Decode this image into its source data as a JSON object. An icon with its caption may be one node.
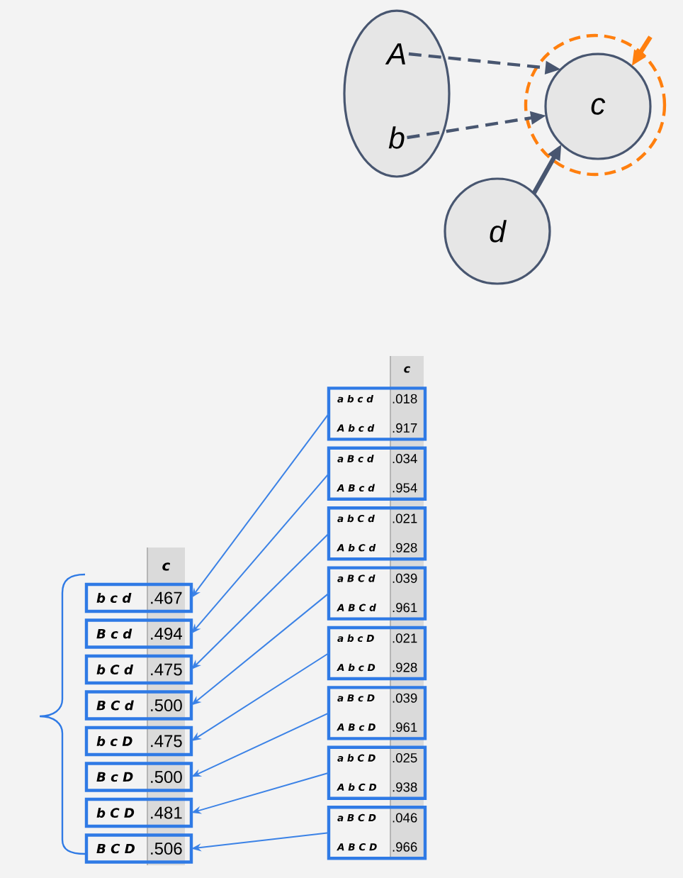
{
  "diagram": {
    "nodes": [
      {
        "text": [],
        "shape": "ellipse"
      },
      {
        "text": [
          "A"
        ],
        "in": 0
      },
      {
        "text": [
          "b"
        ],
        "in": 0
      },
      {
        "text": [],
        "shape": "circle"
      },
      {
        "text": [
          "c"
        ],
        "in": 3
      },
      {
        "text": [
          "d"
        ]
      },
      {
        "text": [
          "a b c d",
          ".018",
          "A b c d",
          ".917"
        ]
      },
      {
        "text": [
          "a B c d",
          ".034",
          "A B c d",
          ".954"
        ]
      },
      {
        "text": [
          "a b C d",
          ".021",
          "A b C d",
          ".928"
        ]
      },
      {
        "text": [
          "a B C d",
          ".039",
          "A B C d",
          ".961"
        ]
      },
      {
        "text": [
          "a b c D",
          ".021",
          "A b c D",
          ".928"
        ]
      },
      {
        "text": [
          "a B c D",
          ".039",
          "A B c D",
          ".961"
        ]
      },
      {
        "text": [
          "a b C D",
          ".025",
          "A b C D",
          ".938"
        ]
      },
      {
        "text": [
          "a B C D",
          ".046",
          "A B C D",
          ".966"
        ]
      },
      {
        "text": [
          "b c d",
          ".467"
        ]
      },
      {
        "text": [
          "B c d",
          ".494"
        ]
      },
      {
        "text": [
          "b C d",
          ".475"
        ]
      },
      {
        "text": [
          "B C d",
          ".500"
        ]
      },
      {
        "text": [
          "b c D",
          ".475"
        ]
      },
      {
        "text": [
          "B c D",
          ".500"
        ]
      },
      {
        "text": [
          "b C D",
          ".481"
        ]
      },
      {
        "text": [
          "B C D",
          ".506"
        ]
      }
    ],
    "edges": [
      {
        "from": 1,
        "to": 4,
        "arrow": "to",
        "style": "dashed",
        "color": "#485670"
      },
      {
        "from": 2,
        "to": 4,
        "arrow": "to",
        "style": "dashed",
        "color": "#485670"
      },
      {
        "from": 5,
        "to": 4,
        "arrow": "to",
        "style": "thick",
        "color": "#485670"
      },
      {
        "from": null,
        "to": 4,
        "arrow": "to",
        "style": "thick",
        "color": "#ff7f0e"
      },
      {
        "from": 6,
        "to": 14,
        "arrow": "to"
      },
      {
        "from": 7,
        "to": 15,
        "arrow": "to"
      },
      {
        "from": 8,
        "to": 16,
        "arrow": "to"
      },
      {
        "from": 9,
        "to": 17,
        "arrow": "to"
      },
      {
        "from": 10,
        "to": 18,
        "arrow": "to"
      },
      {
        "from": 11,
        "to": 19,
        "arrow": "to"
      },
      {
        "from": 12,
        "to": 20,
        "arrow": "to"
      },
      {
        "from": 13,
        "to": 21,
        "arrow": "to"
      }
    ],
    "labels": [
      "c",
      "c"
    ]
  }
}
